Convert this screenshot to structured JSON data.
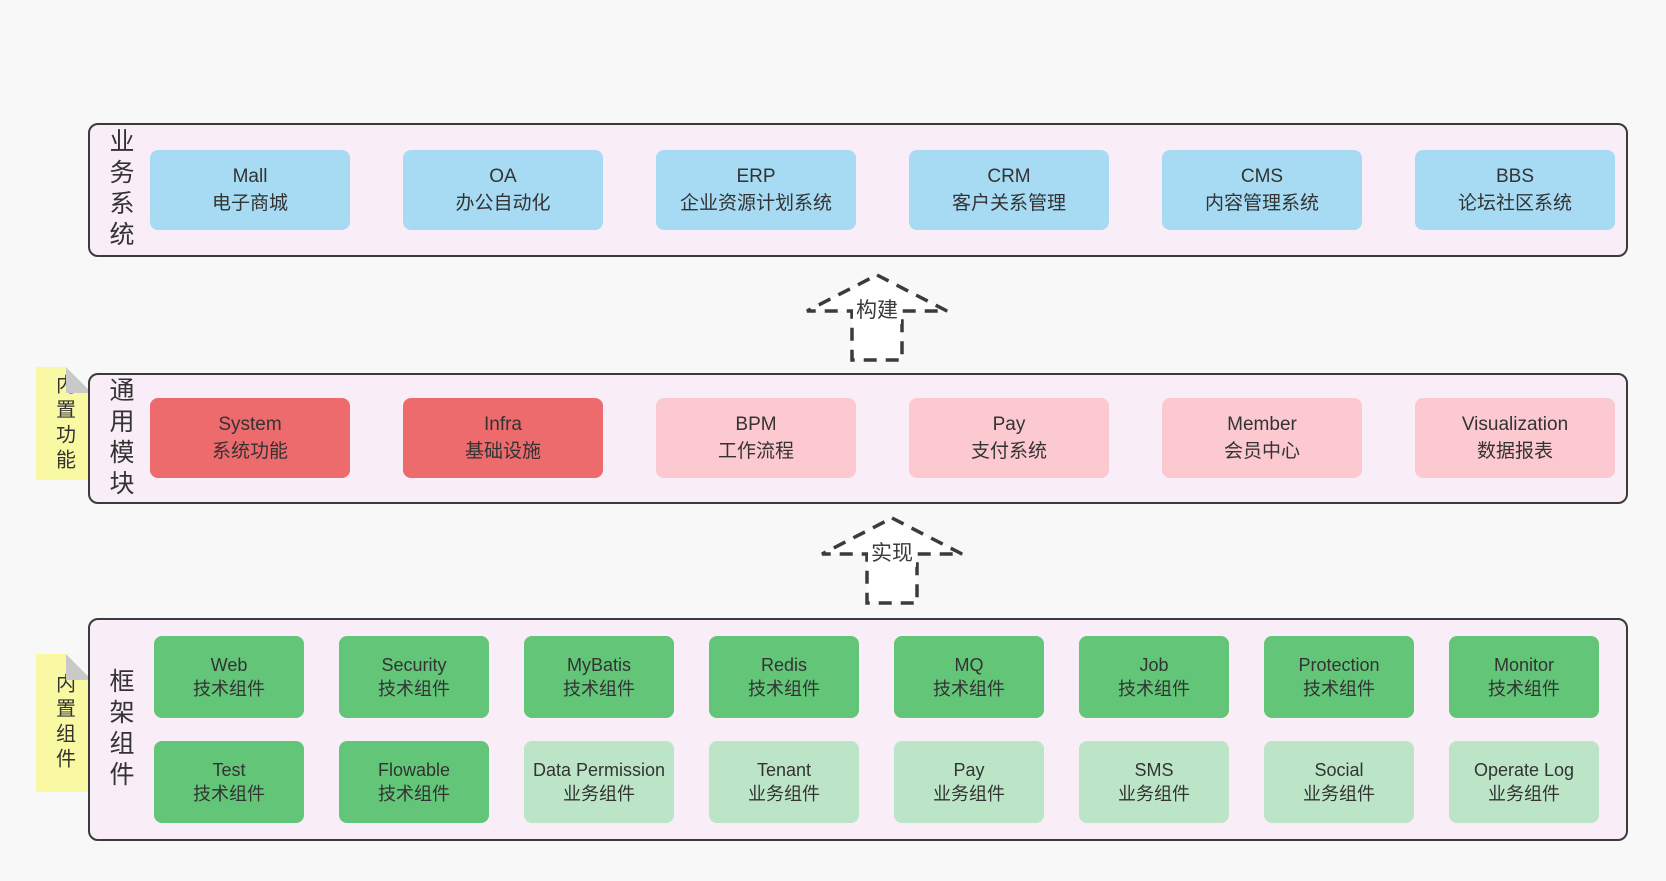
{
  "diagram": {
    "colors": {
      "page_bg": "#f8f8f8",
      "layer_bg": "#f9eef7",
      "layer_border": "#3b3b3b",
      "business_box": "#a7daf3",
      "core_module_box": "#ed6a6d",
      "module_box": "#fcc9d1",
      "tech_component_box": "#62c577",
      "biz_component_box": "#bbe5c6",
      "sticky_note_bg": "#f9f9a3",
      "sticky_note_fold": "#c9c9c9",
      "text": "#333333"
    },
    "arrows": [
      {
        "label": "构建"
      },
      {
        "label": "实现"
      }
    ],
    "layers": [
      {
        "label": "业务系统",
        "boxes": [
          {
            "name": "Mall",
            "desc": "电子商城",
            "variant": "blue"
          },
          {
            "name": "OA",
            "desc": "办公自动化",
            "variant": "blue"
          },
          {
            "name": "ERP",
            "desc": "企业资源计划系统",
            "variant": "blue"
          },
          {
            "name": "CRM",
            "desc": "客户关系管理",
            "variant": "blue"
          },
          {
            "name": "CMS",
            "desc": "内容管理系统",
            "variant": "blue"
          },
          {
            "name": "BBS",
            "desc": "论坛社区系统",
            "variant": "blue"
          }
        ]
      },
      {
        "label": "通用模块",
        "note": "内置功能",
        "boxes": [
          {
            "name": "System",
            "desc": "系统功能",
            "variant": "red"
          },
          {
            "name": "Infra",
            "desc": "基础设施",
            "variant": "red"
          },
          {
            "name": "BPM",
            "desc": "工作流程",
            "variant": "pink"
          },
          {
            "name": "Pay",
            "desc": "支付系统",
            "variant": "pink"
          },
          {
            "name": "Member",
            "desc": "会员中心",
            "variant": "pink"
          },
          {
            "name": "Visualization",
            "desc": "数据报表",
            "variant": "pink"
          }
        ]
      },
      {
        "label": "框架组件",
        "note": "内置组件",
        "rows": [
          [
            {
              "name": "Web",
              "desc": "技术组件",
              "variant": "green"
            },
            {
              "name": "Security",
              "desc": "技术组件",
              "variant": "green"
            },
            {
              "name": "MyBatis",
              "desc": "技术组件",
              "variant": "green"
            },
            {
              "name": "Redis",
              "desc": "技术组件",
              "variant": "green"
            },
            {
              "name": "MQ",
              "desc": "技术组件",
              "variant": "green"
            },
            {
              "name": "Job",
              "desc": "技术组件",
              "variant": "green"
            },
            {
              "name": "Protection",
              "desc": "技术组件",
              "variant": "green"
            },
            {
              "name": "Monitor",
              "desc": "技术组件",
              "variant": "green"
            }
          ],
          [
            {
              "name": "Test",
              "desc": "技术组件",
              "variant": "green"
            },
            {
              "name": "Flowable",
              "desc": "技术组件",
              "variant": "green"
            },
            {
              "name": "Data Permission",
              "desc": "业务组件",
              "variant": "lightgreen"
            },
            {
              "name": "Tenant",
              "desc": "业务组件",
              "variant": "lightgreen"
            },
            {
              "name": "Pay",
              "desc": "业务组件",
              "variant": "lightgreen"
            },
            {
              "name": "SMS",
              "desc": "业务组件",
              "variant": "lightgreen"
            },
            {
              "name": "Social",
              "desc": "业务组件",
              "variant": "lightgreen"
            },
            {
              "name": "Operate Log",
              "desc": "业务组件",
              "variant": "lightgreen"
            }
          ]
        ]
      }
    ]
  }
}
